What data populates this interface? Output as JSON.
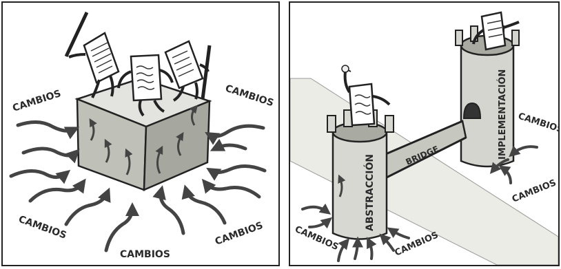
{
  "left_panel": {
    "labels": {
      "cambios_top_left": "CAMBIOS",
      "cambios_top_right": "CAMBIOS",
      "cambios_bottom_left": "CAMBIOS",
      "cambios_bottom_center": "CAMBIOS",
      "cambios_bottom_right": "CAMBIOS"
    }
  },
  "right_panel": {
    "labels": {
      "abstraction_tower": "ABSTRACCIÓN",
      "bridge": "BRIDGE",
      "implementation_tower": "IMPLEMENTACIÓN",
      "cambios_right_top": "CAMBIOS",
      "cambios_right_bottom": "CAMBIOS",
      "cambios_bottom_left": "CAMBIOS",
      "cambios_bottom_center": "CAMBIOS"
    }
  }
}
